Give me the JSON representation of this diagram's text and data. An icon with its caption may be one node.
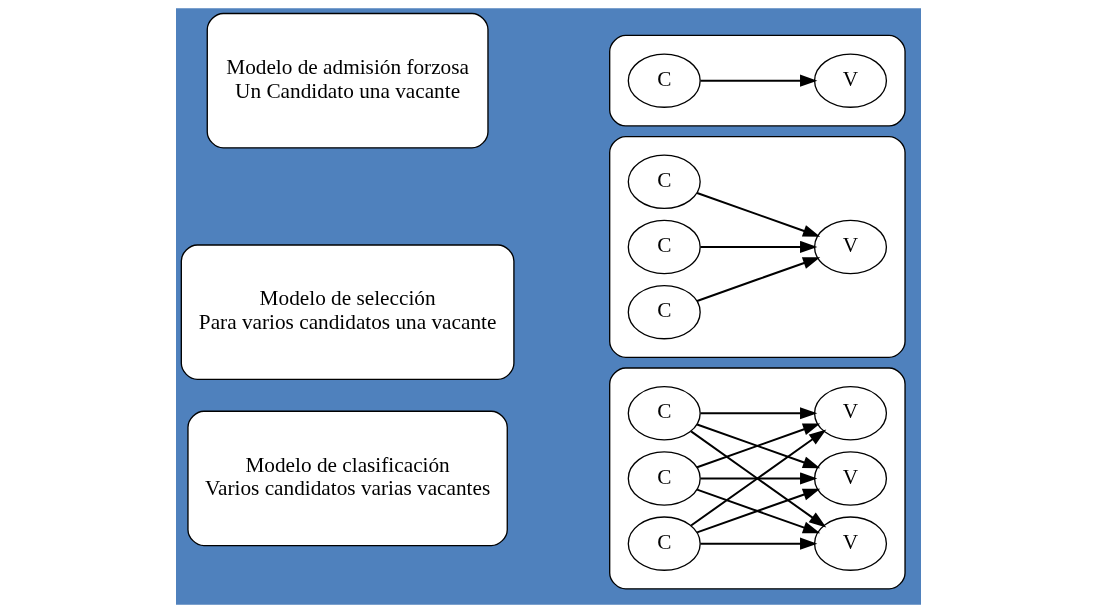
{
  "diagram": {
    "nodes": [
      {
        "text": [
          "Modelo de admisión forzosa",
          "Un Candidato una vacante"
        ]
      },
      {
        "text": [],
        "shape": "box"
      },
      {
        "text": [
          "C"
        ],
        "in": 1
      },
      {
        "text": [
          "V"
        ],
        "in": 1
      },
      {
        "text": [
          "Modelo de selección",
          "Para varios candidatos una vacante"
        ]
      },
      {
        "text": [],
        "shape": "box"
      },
      {
        "text": [
          "C"
        ],
        "in": 5
      },
      {
        "text": [
          "C"
        ],
        "in": 5
      },
      {
        "text": [
          "C"
        ],
        "in": 5
      },
      {
        "text": [
          "V"
        ],
        "in": 5
      },
      {
        "text": [
          "Modelo de clasificación",
          "Varios candidatos varias vacantes"
        ]
      },
      {
        "text": [],
        "shape": "box"
      },
      {
        "text": [
          "C"
        ],
        "in": 11
      },
      {
        "text": [
          "C"
        ],
        "in": 11
      },
      {
        "text": [
          "C"
        ],
        "in": 11
      },
      {
        "text": [
          "V"
        ],
        "in": 11
      },
      {
        "text": [
          "V"
        ],
        "in": 11
      },
      {
        "text": [
          "V"
        ],
        "in": 11
      }
    ],
    "edges": [
      {
        "from": 2,
        "to": 3,
        "arrow": "to"
      },
      {
        "from": 6,
        "to": 9,
        "arrow": "to"
      },
      {
        "from": 7,
        "to": 9,
        "arrow": "to"
      },
      {
        "from": 8,
        "to": 9,
        "arrow": "to"
      },
      {
        "from": 12,
        "to": 15,
        "arrow": "to"
      },
      {
        "from": 12,
        "to": 16,
        "arrow": "to"
      },
      {
        "from": 12,
        "to": 17,
        "arrow": "to"
      },
      {
        "from": 13,
        "to": 15,
        "arrow": "to"
      },
      {
        "from": 13,
        "to": 16,
        "arrow": "to"
      },
      {
        "from": 13,
        "to": 17,
        "arrow": "to"
      },
      {
        "from": 14,
        "to": 15,
        "arrow": "to"
      },
      {
        "from": 14,
        "to": 16,
        "arrow": "to"
      },
      {
        "from": 14,
        "to": 17,
        "arrow": "to"
      }
    ]
  }
}
